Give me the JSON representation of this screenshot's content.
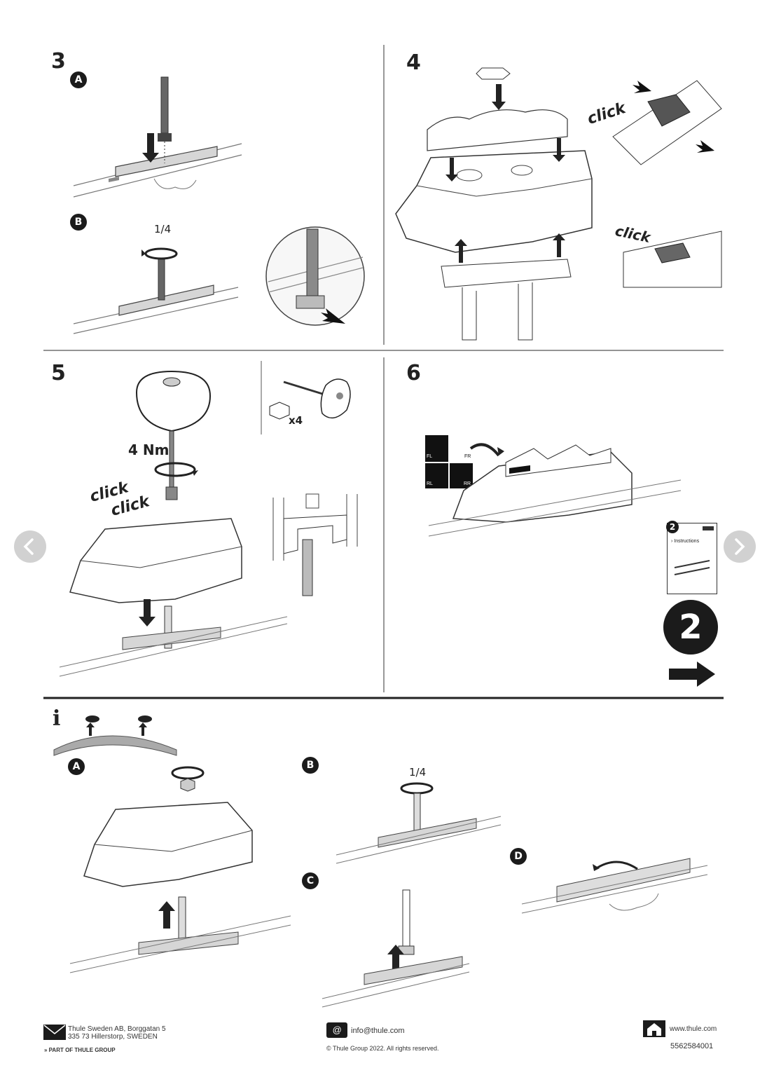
{
  "document": {
    "type": "installation-instructions",
    "brand": "thule",
    "accent": "#1b1b1b"
  },
  "steps": {
    "s3": {
      "number": "3",
      "sub_a": "A",
      "sub_b": "B",
      "quarter": "1/4"
    },
    "s4": {
      "number": "4",
      "click1": "click",
      "click2": "click"
    },
    "s5": {
      "number": "5",
      "torque": "4 Nm",
      "click1": "click",
      "click2": "click",
      "qty": "x4"
    },
    "s6": {
      "number": "6",
      "seat_labels": [
        "FL",
        "FR",
        "RL",
        "RR"
      ],
      "booklet_num": "2",
      "booklet_label": "Instructions",
      "next_num": "2"
    }
  },
  "info": {
    "icon": "info-icon",
    "sub_a": "A",
    "sub_b": "B",
    "sub_c": "C",
    "sub_d": "D",
    "quarter": "1/4"
  },
  "footer": {
    "address_line1": "Thule Sweden AB, Borggatan 5",
    "address_line2": "335 73 Hillerstorp, SWEDEN",
    "group": "PART OF THULE GROUP",
    "email": "info@thule.com",
    "copyright": "© Thule Group 2022. All rights reserved.",
    "website": "www.thule.com",
    "doc_number": "5562584001"
  },
  "nav": {
    "prev": "chevron-left-icon",
    "next": "chevron-right-icon"
  }
}
